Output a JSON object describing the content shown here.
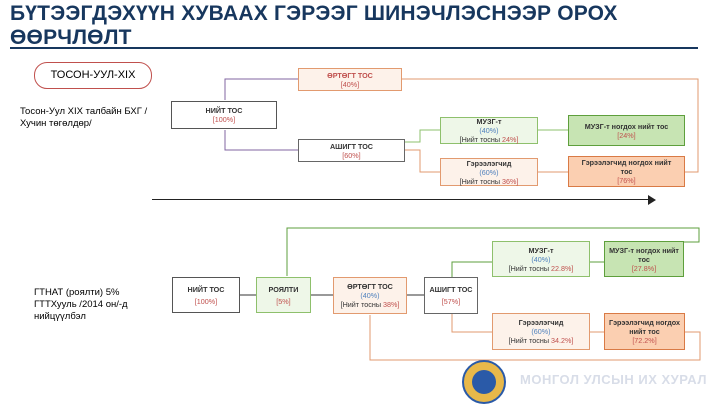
{
  "title": "БҮТЭЭГДЭХҮҮН ХУВААХ ГЭРЭЭГ ШИНЭЧЛЭСНЭЭР ОРОХ ӨӨРЧЛӨЛТ",
  "badge": "ТОСОН-УУЛ-XIX",
  "top_note": "Тосон-Уул XIX талбайн БХГ /Хучин төгөлдөр/",
  "bottom_note": "ГТНАТ (роялти) 5% ГТТХууль /2014 он/-д нийцүүлбэл",
  "top": {
    "total": {
      "title": "НИЙТ ТОС",
      "value": "[100%]"
    },
    "cost": {
      "title": "ӨРТӨГТ ТОС",
      "value": "[40%]"
    },
    "profit": {
      "title": "АШИГТ ТОС",
      "value": "[60%]"
    },
    "muzg": {
      "title": "МУЗГ-т",
      "pct": "(40%)",
      "share_label": "[Нийт тосны",
      "share_value": "24%]"
    },
    "contractor": {
      "title": "Гэрээлэгчид",
      "pct": "(60%)",
      "share_label": "[Нийт тосны",
      "share_value": "36%]"
    },
    "muzg_total": {
      "title": "МУЗГ-т ногдох нийт тос",
      "value": "[24%]"
    },
    "contractor_total": {
      "title": "Гэрээлэгчид ногдох нийт тос",
      "value": "[76%]"
    }
  },
  "bottom": {
    "total": {
      "title": "НИЙТ ТОС",
      "value": "[100%]"
    },
    "royalty": {
      "title": "РОЯЛТИ",
      "value": "[5%]"
    },
    "cost": {
      "title": "ӨРТӨГТ ТОС",
      "pct": "(40%)",
      "share_label": "[Нийт тосны",
      "share_value": "38%]"
    },
    "profit": {
      "title": "АШИГТ ТОС",
      "value": "[57%]"
    },
    "muzg": {
      "title": "МУЗГ-т",
      "pct": "(40%)",
      "share_label": "[Нийт тосны",
      "share_value": "22.8%]"
    },
    "contractor": {
      "title": "Гэрээлэгчид",
      "pct": "(60%)",
      "share_label": "[Нийт тосны",
      "share_value": "34.2%]"
    },
    "muzg_total": {
      "title": "МУЗГ-т ногдох нийт тос",
      "value": "[27.8%]"
    },
    "contractor_total": {
      "title": "Гэрээлэгчид ногдох нийт тос",
      "value": "[72.2%]"
    }
  },
  "footer_watermark": "МОНГОЛ УЛСЫН ИХ ХУРАЛ",
  "colors": {
    "title": "#17375e",
    "accent_red": "#c0504d",
    "accent_blue": "#4f81bd",
    "green": "#5e9f3c",
    "orange": "#d97a45",
    "purple": "#8064a2"
  }
}
